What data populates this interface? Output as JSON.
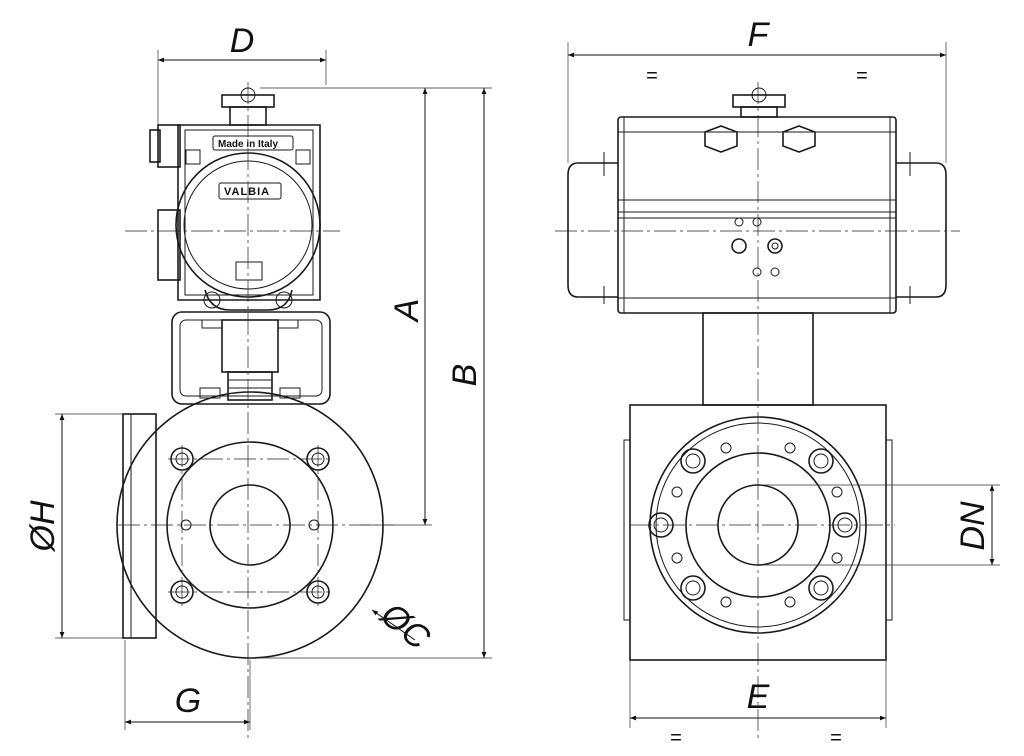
{
  "dimensions": {
    "D": "D",
    "A": "A",
    "B": "B",
    "H": "ØH",
    "C": "ØC",
    "G": "G",
    "F": "F",
    "E": "E",
    "DN": "DN",
    "equal_mark": "="
  },
  "actuator_plate": {
    "origin": "Made in Italy",
    "brand": "VALBIA"
  }
}
